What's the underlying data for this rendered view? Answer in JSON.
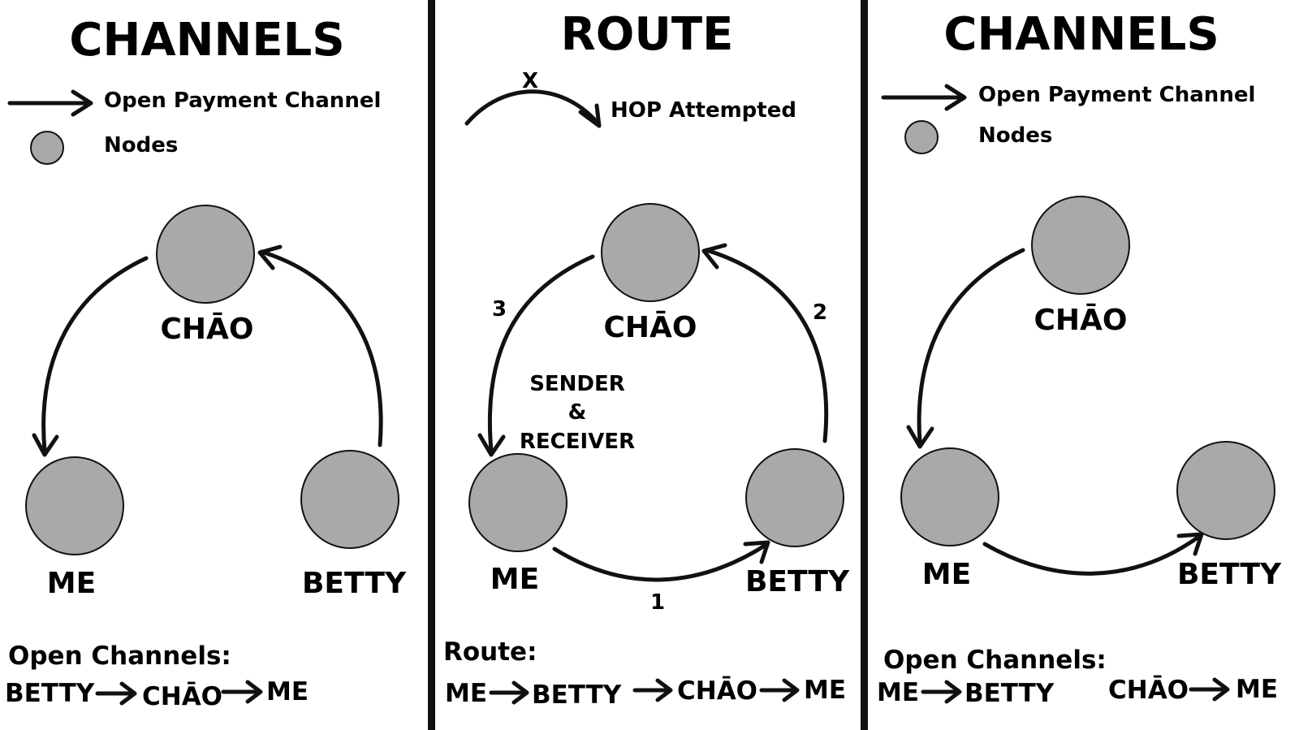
{
  "panels": [
    {
      "title": "CHANNELS",
      "legend": {
        "arrow_label": "Open Payment Channel",
        "node_label": "Nodes"
      },
      "nodes": {
        "top": "CHĀO",
        "left": "ME",
        "right": "BETTY"
      },
      "bottom": {
        "heading": "Open Channels:",
        "seq": [
          "BETTY",
          "CHĀO",
          "ME"
        ]
      }
    },
    {
      "title": "ROUTE",
      "legend": {
        "hop_mark": "X",
        "hop_label": "HOP Attempted"
      },
      "nodes": {
        "top": "CHĀO",
        "left": "ME",
        "right": "BETTY"
      },
      "center_label": [
        "SENDER",
        "&",
        "RECEIVER"
      ],
      "hops": [
        "1",
        "2",
        "3"
      ],
      "bottom": {
        "heading": "Route:",
        "seq": [
          "ME",
          "BETTY",
          "CHĀO",
          "ME"
        ]
      }
    },
    {
      "title": "CHANNELS",
      "legend": {
        "arrow_label": "Open Payment Channel",
        "node_label": "Nodes"
      },
      "nodes": {
        "top": "CHĀO",
        "left": "ME",
        "right": "BETTY"
      },
      "bottom": {
        "heading": "Open Channels:",
        "pair": [
          "ME",
          "BETTY"
        ],
        "pair2": [
          "CHĀO",
          "ME"
        ]
      }
    }
  ]
}
